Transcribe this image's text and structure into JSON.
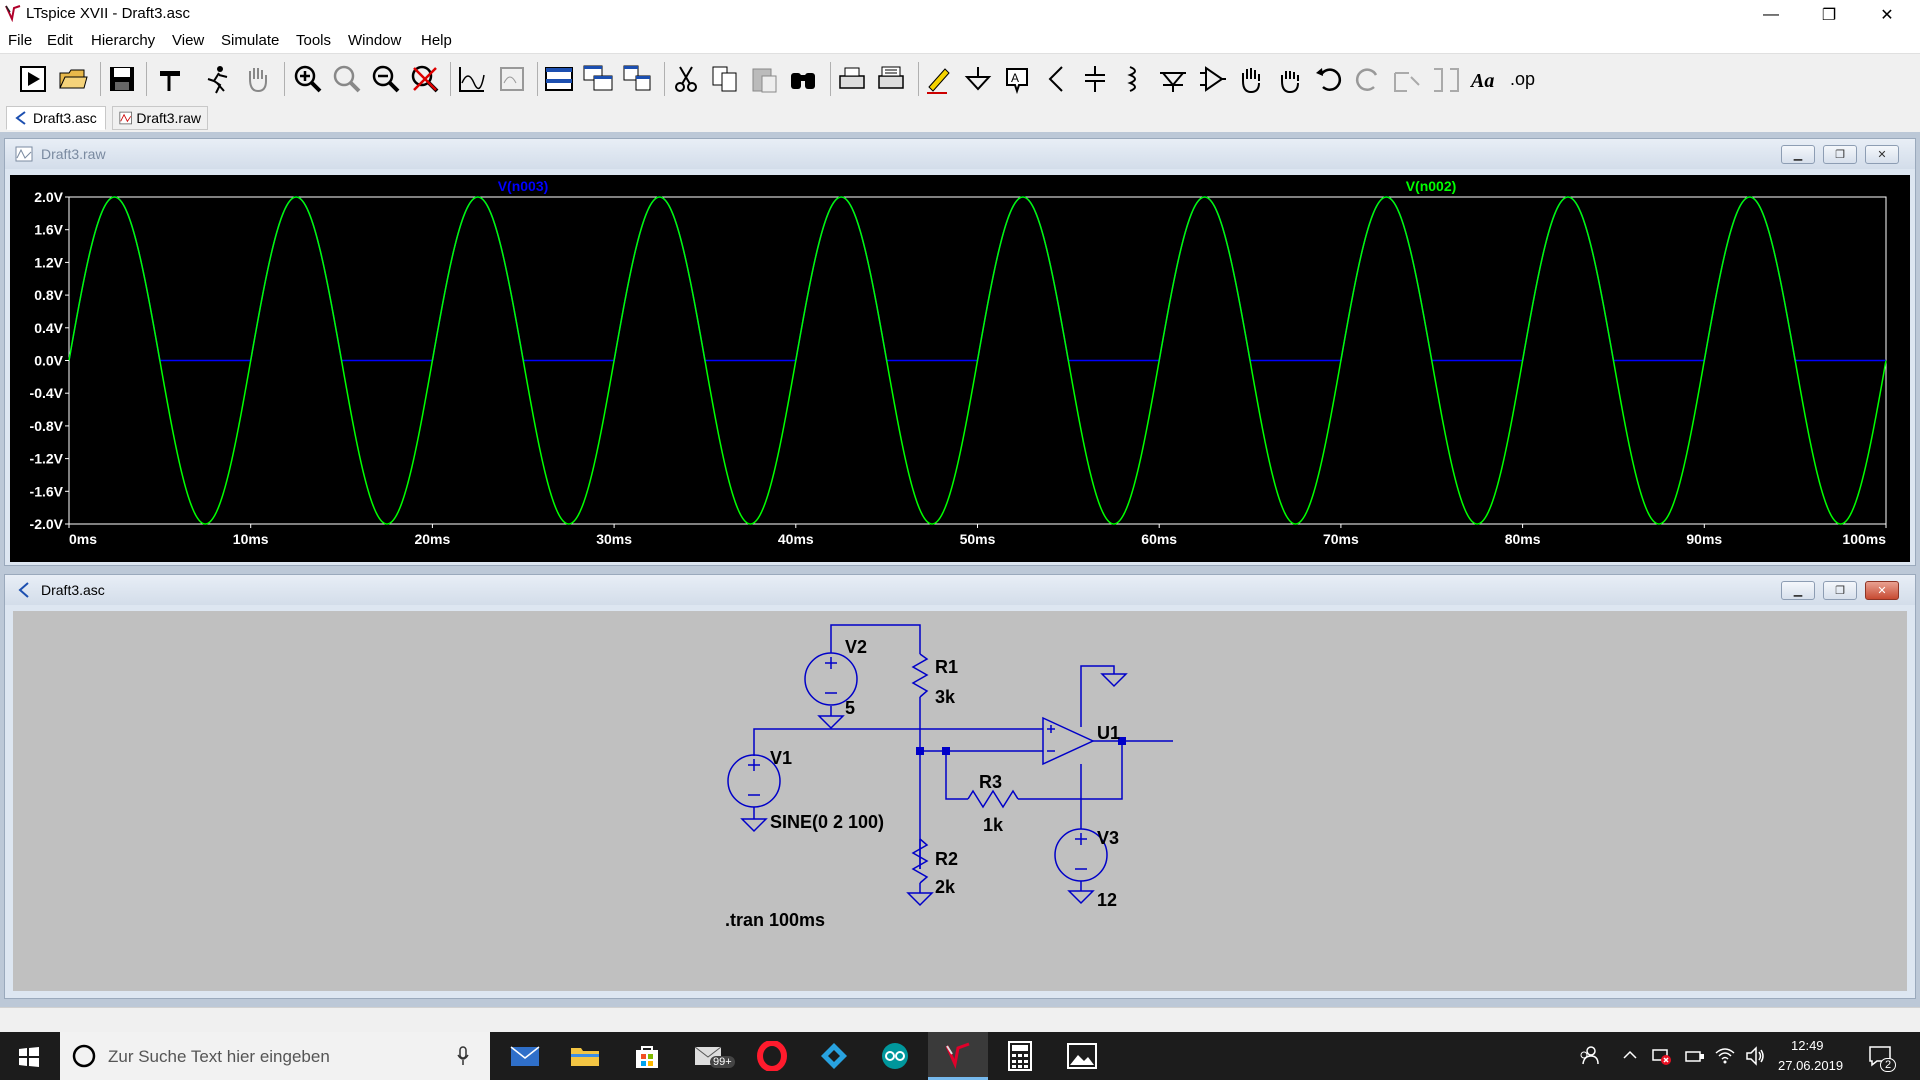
{
  "window": {
    "title": "LTspice XVII - Draft3.asc",
    "minimize": "—",
    "maximize": "❐",
    "close": "✕"
  },
  "menu": [
    "File",
    "Edit",
    "Hierarchy",
    "View",
    "Simulate",
    "Tools",
    "Window",
    "Help"
  ],
  "tabs": [
    {
      "label": "Draft3.asc"
    },
    {
      "label": "Draft3.raw"
    }
  ],
  "waveform_window": {
    "title": "Draft3.raw",
    "traces": [
      {
        "name": "V(n003)",
        "color": "#0000ff"
      },
      {
        "name": "V(n002)",
        "color": "#00ff00"
      }
    ],
    "y_ticks": [
      "2.0V",
      "1.6V",
      "1.2V",
      "0.8V",
      "0.4V",
      "0.0V",
      "-0.4V",
      "-0.8V",
      "-1.2V",
      "-1.6V",
      "-2.0V"
    ],
    "x_ticks": [
      "0ms",
      "10ms",
      "20ms",
      "30ms",
      "40ms",
      "50ms",
      "60ms",
      "70ms",
      "80ms",
      "90ms",
      "100ms"
    ]
  },
  "schematic_window": {
    "title": "Draft3.asc",
    "labels": {
      "v2": "V2",
      "v2_val": "5",
      "r1": "R1",
      "r1_val": "3k",
      "u1": "U1",
      "v1": "V1",
      "v1_val": "SINE(0 2 100)",
      "r3": "R3",
      "r3_val": "1k",
      "r2": "R2",
      "r2_val": "2k",
      "v3": "V3",
      "v3_val": "12",
      "directive": ".tran 100ms"
    }
  },
  "chart_data": {
    "type": "line",
    "xlabel": "",
    "ylabel": "",
    "xlim": [
      0,
      100
    ],
    "x_unit": "ms",
    "ylim": [
      -2.0,
      2.0
    ],
    "y_unit": "V",
    "grid": false,
    "series": [
      {
        "name": "V(n002)",
        "color": "#00ff00",
        "kind": "sine",
        "amplitude": 2.0,
        "frequency_hz": 100
      },
      {
        "name": "V(n003)",
        "color": "#0000ff",
        "kind": "clipped_sine",
        "amplitude": 2.0,
        "frequency_hz": 100,
        "floor": 0.0,
        "on_threshold": 0.0
      }
    ]
  },
  "taskbar": {
    "search_placeholder": "Zur Suche Text hier eingeben",
    "badge": "99+",
    "time": "12:49",
    "date": "27.06.2019",
    "notifications": "2"
  }
}
